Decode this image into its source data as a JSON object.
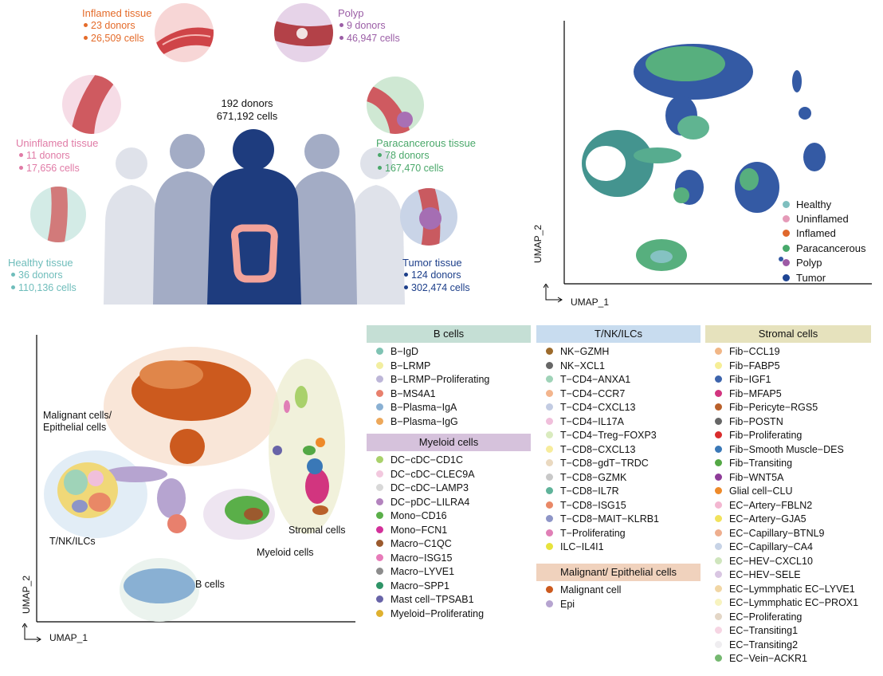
{
  "overview": {
    "center_donors": "192 donors",
    "center_cells": "671,192 cells",
    "tissues": [
      {
        "key": "inflamed",
        "title": "Inflamed tissue",
        "donors": "23 donors",
        "cells": "26,509 cells",
        "color": "#e46b2a"
      },
      {
        "key": "polyp",
        "title": "Polyp",
        "donors": "9 donors",
        "cells": "46,947 cells",
        "color": "#9b5ea6"
      },
      {
        "key": "uninflamed",
        "title": "Uninflamed tissue",
        "donors": "11 donors",
        "cells": "17,656 cells",
        "color": "#e07ba6"
      },
      {
        "key": "paracancerous",
        "title": "Paracancerous tissue",
        "donors": "78 donors",
        "cells": "167,470 cells",
        "color": "#4aa86a"
      },
      {
        "key": "healthy",
        "title": "Healthy tissue",
        "donors": "36 donors",
        "cells": "110,136 cells",
        "color": "#6fbdbb"
      },
      {
        "key": "tumor",
        "title": "Tumor tissue",
        "donors": "124 donors",
        "cells": "302,474 cells",
        "color": "#1d3f8a"
      }
    ]
  },
  "umap_top": {
    "xlabel": "UMAP_1",
    "ylabel": "UMAP_2",
    "legend": [
      {
        "label": "Healthy",
        "color": "#7fbfbf"
      },
      {
        "label": "Uninflamed",
        "color": "#e59ab8"
      },
      {
        "label": "Inflamed",
        "color": "#e0682c"
      },
      {
        "label": "Paracancerous",
        "color": "#47a96b"
      },
      {
        "label": "Polyp",
        "color": "#9d5aa5"
      },
      {
        "label": "Tumor",
        "color": "#1f4594"
      }
    ]
  },
  "umap_bottom": {
    "xlabel": "UMAP_1",
    "ylabel": "UMAP_2",
    "clusters": {
      "malignant": "Malignant cells/\nEpithelial cells",
      "tnk": "T/NK/ILCs",
      "stromal": "Stromal cells",
      "myeloid": "Myeloid cells",
      "bcells": "B cells"
    }
  },
  "cell_legend": {
    "groups": [
      {
        "title": "B cells",
        "bg": "#c5dfd5",
        "items": [
          {
            "label": "B−IgD",
            "color": "#7fc3b3"
          },
          {
            "label": "B−LRMP",
            "color": "#f2eea0"
          },
          {
            "label": "B−LRMP−Proliferating",
            "color": "#bdb6d8"
          },
          {
            "label": "B−MS4A1",
            "color": "#e8806d"
          },
          {
            "label": "B−Plasma−IgA",
            "color": "#89b0d3"
          },
          {
            "label": "B−Plasma−IgG",
            "color": "#eda85a"
          }
        ]
      },
      {
        "title": "Myeloid cells",
        "bg": "#d6c2dc",
        "items": [
          {
            "label": "DC−cDC−CD1C",
            "color": "#a9d16b"
          },
          {
            "label": "DC−cDC−CLEC9A",
            "color": "#f2c8de"
          },
          {
            "label": "DC−cDC−LAMP3",
            "color": "#d8d8d8"
          },
          {
            "label": "DC−pDC−LILRA4",
            "color": "#b383be"
          },
          {
            "label": "Mono−CD16",
            "color": "#5aaf49"
          },
          {
            "label": "Mono−FCN1",
            "color": "#d3319a"
          },
          {
            "label": "Macro−C1QC",
            "color": "#9b5a2e"
          },
          {
            "label": "Macro−ISG15",
            "color": "#e77bb9"
          },
          {
            "label": "Macro−LYVE1",
            "color": "#8c8c8c"
          },
          {
            "label": "Macro−SPP1",
            "color": "#2f9467"
          },
          {
            "label": "Mast cell−TPSAB1",
            "color": "#6864a8"
          },
          {
            "label": "Myeloid−Proliferating",
            "color": "#dfb12f"
          }
        ]
      },
      {
        "title": "T/NK/ILCs",
        "bg": "#c8dcef",
        "items": [
          {
            "label": "NK−GZMH",
            "color": "#9c6a2b"
          },
          {
            "label": "NK−XCL1",
            "color": "#666666"
          },
          {
            "label": "T−CD4−ANXA1",
            "color": "#9fd3b8"
          },
          {
            "label": "T−CD4−CCR7",
            "color": "#f3b58d"
          },
          {
            "label": "T−CD4−CXCL13",
            "color": "#c2cbe2"
          },
          {
            "label": "T−CD4−IL17A",
            "color": "#f0bfdb"
          },
          {
            "label": "T−CD4−Treg−FOXP3",
            "color": "#d9ebbe"
          },
          {
            "label": "T−CD8−CXCL13",
            "color": "#f7ec9c"
          },
          {
            "label": "T−CD8−gdT−TRDC",
            "color": "#ead9c0"
          },
          {
            "label": "T−CD8−GZMK",
            "color": "#c8c8c8"
          },
          {
            "label": "T−CD8−IL7R",
            "color": "#5fb39a"
          },
          {
            "label": "T−CD8−ISG15",
            "color": "#e98866"
          },
          {
            "label": "T−CD8−MAIT−KLRB1",
            "color": "#8e95c7"
          },
          {
            "label": "T−Proliferating",
            "color": "#e07fb6"
          },
          {
            "label": "ILC−IL4I1",
            "color": "#e7e33c"
          }
        ]
      },
      {
        "title": "Malignant/ Epithelial cells",
        "bg": "#f0d2bd",
        "items": [
          {
            "label": "Malignant cell",
            "color": "#cc5a1e"
          },
          {
            "label": "Epi",
            "color": "#b6a4d0"
          }
        ]
      },
      {
        "title": "Stromal cells",
        "bg": "#e6e2bd",
        "items": [
          {
            "label": "Fib−CCL19",
            "color": "#f1b686"
          },
          {
            "label": "Fib−FABP5",
            "color": "#f6ee96"
          },
          {
            "label": "Fib−IGF1",
            "color": "#3d64ac"
          },
          {
            "label": "Fib−MFAP5",
            "color": "#d2357f"
          },
          {
            "label": "Fib−Pericyte−RGS5",
            "color": "#b9602a"
          },
          {
            "label": "Fib−POSTN",
            "color": "#666666"
          },
          {
            "label": "Fib−Proliferating",
            "color": "#d92d2d"
          },
          {
            "label": "Fib−Smooth Muscle−DES",
            "color": "#3a78b7"
          },
          {
            "label": "Fib−Transiting",
            "color": "#54a845"
          },
          {
            "label": "Fib−WNT5A",
            "color": "#8e3c98"
          },
          {
            "label": "Glial cell−CLU",
            "color": "#ee8a2a"
          },
          {
            "label": "EC−Artery−FBLN2",
            "color": "#f3b7d1"
          },
          {
            "label": "EC−Artery−GJA5",
            "color": "#f1e25c"
          },
          {
            "label": "EC−Capillary−BTNL9",
            "color": "#eeae8e"
          },
          {
            "label": "EC−Capillary−CA4",
            "color": "#c7d3e6"
          },
          {
            "label": "EC−HEV−CXCL10",
            "color": "#cfe5bd"
          },
          {
            "label": "EC−HEV−SELE",
            "color": "#d9c6e2"
          },
          {
            "label": "EC−Lymmphatic EC−LYVE1",
            "color": "#f1d6a4"
          },
          {
            "label": "EC−Lymmphatic EC−PROX1",
            "color": "#f7f3bf"
          },
          {
            "label": "EC−Proliferating",
            "color": "#e3d6c6"
          },
          {
            "label": "EC−Transiting1",
            "color": "#f6d5e3"
          },
          {
            "label": "EC−Transiting2",
            "color": "#efedf0"
          },
          {
            "label": "EC−Vein−ACKR1",
            "color": "#75b870"
          }
        ]
      }
    ]
  }
}
